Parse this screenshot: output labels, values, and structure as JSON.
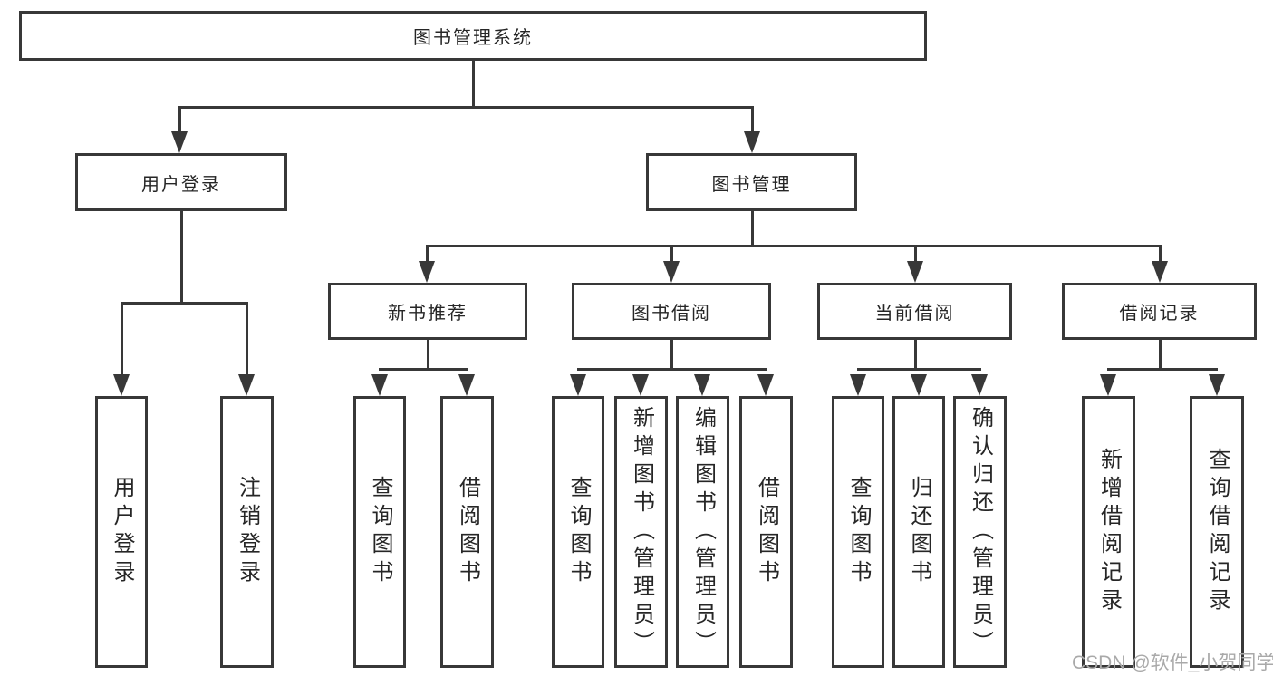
{
  "tree": {
    "root": {
      "label": "图书管理系统"
    },
    "children": [
      {
        "label": "用户登录",
        "children": [
          {
            "label": "用户登录"
          },
          {
            "label": "注销登录"
          }
        ]
      },
      {
        "label": "图书管理",
        "children": [
          {
            "label": "新书推荐",
            "children": [
              {
                "label": "查询图书"
              },
              {
                "label": "借阅图书"
              }
            ]
          },
          {
            "label": "图书借阅",
            "children": [
              {
                "label": "查询图书"
              },
              {
                "label": "新增图书（管理员）"
              },
              {
                "label": "编辑图书（管理员）"
              },
              {
                "label": "借阅图书"
              }
            ]
          },
          {
            "label": "当前借阅",
            "children": [
              {
                "label": "查询图书"
              },
              {
                "label": "归还图书"
              },
              {
                "label": "确认归还（管理员）"
              }
            ]
          },
          {
            "label": "借阅记录",
            "children": [
              {
                "label": "新增借阅记录"
              },
              {
                "label": "查询借阅记录"
              }
            ]
          }
        ]
      }
    ]
  },
  "watermark": {
    "text": "CSDN @软件_小贺同学"
  },
  "colors": {
    "line": "#383838",
    "text": "#262626",
    "watermark": "#a9a9a9",
    "background": "#ffffff"
  }
}
